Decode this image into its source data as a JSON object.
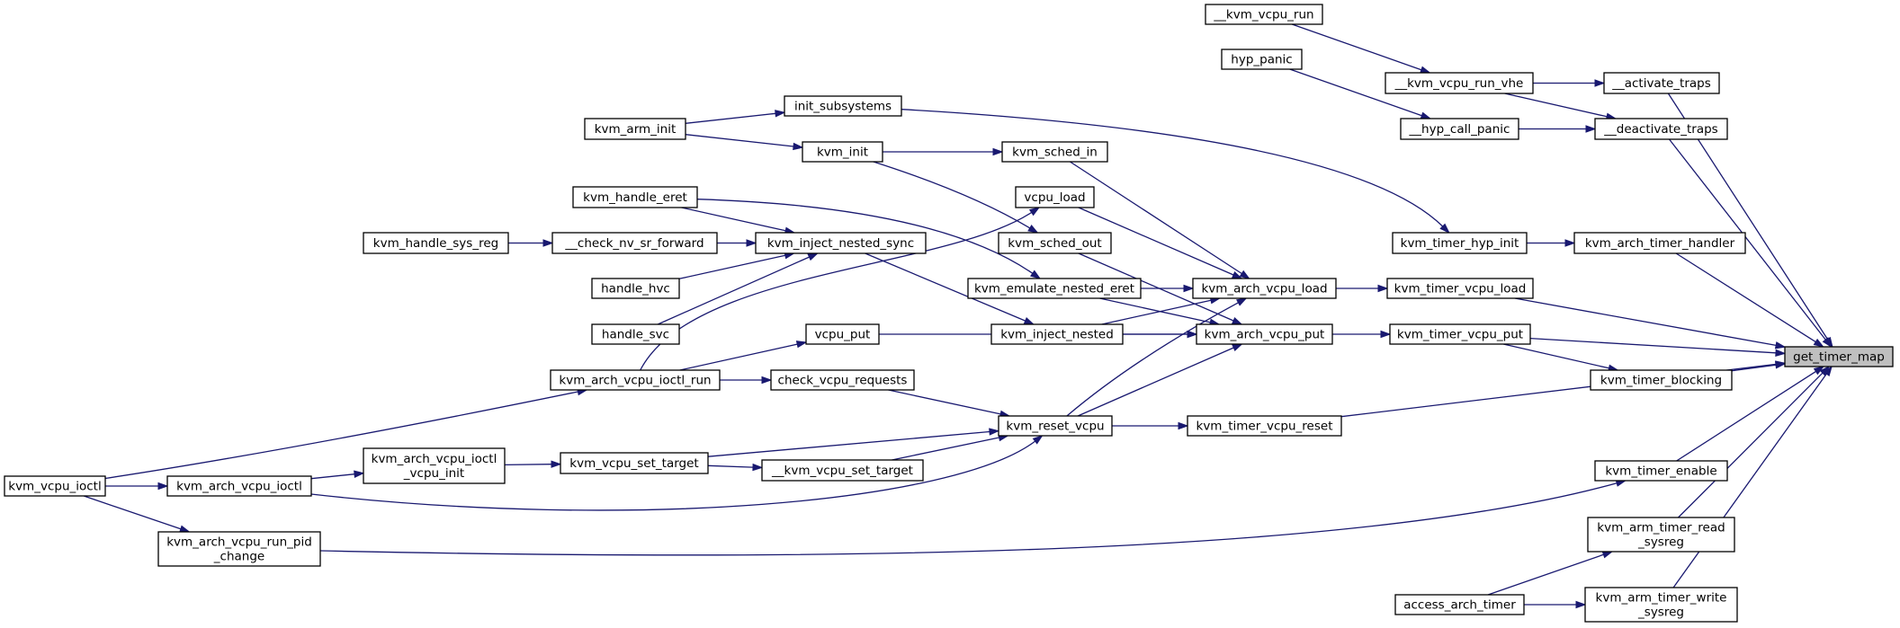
{
  "colors": {
    "edge": "#191970",
    "node_fill": "#ffffff",
    "target_fill": "#bfbfbf",
    "node_border": "#000000"
  },
  "nodes": [
    {
      "id": "get_timer_map",
      "lines": [
        "get_timer_map"
      ]
    },
    {
      "id": "__kvm_vcpu_run",
      "lines": [
        "__kvm_vcpu_run"
      ]
    },
    {
      "id": "hyp_panic",
      "lines": [
        "hyp_panic"
      ]
    },
    {
      "id": "__kvm_vcpu_run_vhe",
      "lines": [
        "__kvm_vcpu_run_vhe"
      ]
    },
    {
      "id": "__activate_traps",
      "lines": [
        "__activate_traps"
      ]
    },
    {
      "id": "init_subsystems",
      "lines": [
        "init_subsystems"
      ]
    },
    {
      "id": "__hyp_call_panic",
      "lines": [
        "__hyp_call_panic"
      ]
    },
    {
      "id": "__deactivate_traps",
      "lines": [
        "__deactivate_traps"
      ]
    },
    {
      "id": "kvm_arm_init",
      "lines": [
        "kvm_arm_init"
      ]
    },
    {
      "id": "kvm_init",
      "lines": [
        "kvm_init"
      ]
    },
    {
      "id": "kvm_sched_in",
      "lines": [
        "kvm_sched_in"
      ]
    },
    {
      "id": "kvm_handle_eret",
      "lines": [
        "kvm_handle_eret"
      ]
    },
    {
      "id": "vcpu_load",
      "lines": [
        "vcpu_load"
      ]
    },
    {
      "id": "kvm_handle_sys_reg",
      "lines": [
        "kvm_handle_sys_reg"
      ]
    },
    {
      "id": "__check_nv_sr_forward",
      "lines": [
        "__check_nv_sr_forward"
      ]
    },
    {
      "id": "kvm_inject_nested_sync",
      "lines": [
        "kvm_inject_nested_sync"
      ]
    },
    {
      "id": "kvm_sched_out",
      "lines": [
        "kvm_sched_out"
      ]
    },
    {
      "id": "kvm_timer_hyp_init",
      "lines": [
        "kvm_timer_hyp_init"
      ]
    },
    {
      "id": "kvm_arch_timer_handler",
      "lines": [
        "kvm_arch_timer_handler"
      ]
    },
    {
      "id": "handle_hvc",
      "lines": [
        "handle_hvc"
      ]
    },
    {
      "id": "kvm_emulate_nested_eret",
      "lines": [
        "kvm_emulate_nested_eret"
      ]
    },
    {
      "id": "kvm_arch_vcpu_load",
      "lines": [
        "kvm_arch_vcpu_load"
      ]
    },
    {
      "id": "kvm_timer_vcpu_load",
      "lines": [
        "kvm_timer_vcpu_load"
      ]
    },
    {
      "id": "handle_svc",
      "lines": [
        "handle_svc"
      ]
    },
    {
      "id": "vcpu_put",
      "lines": [
        "vcpu_put"
      ]
    },
    {
      "id": "kvm_inject_nested",
      "lines": [
        "kvm_inject_nested"
      ]
    },
    {
      "id": "kvm_arch_vcpu_put",
      "lines": [
        "kvm_arch_vcpu_put"
      ]
    },
    {
      "id": "kvm_timer_vcpu_put",
      "lines": [
        "kvm_timer_vcpu_put"
      ]
    },
    {
      "id": "kvm_arch_vcpu_ioctl_run",
      "lines": [
        "kvm_arch_vcpu_ioctl_run"
      ]
    },
    {
      "id": "check_vcpu_requests",
      "lines": [
        "check_vcpu_requests"
      ]
    },
    {
      "id": "kvm_timer_blocking",
      "lines": [
        "kvm_timer_blocking"
      ]
    },
    {
      "id": "kvm_reset_vcpu",
      "lines": [
        "kvm_reset_vcpu"
      ]
    },
    {
      "id": "kvm_timer_vcpu_reset",
      "lines": [
        "kvm_timer_vcpu_reset"
      ]
    },
    {
      "id": "kvm_arch_vcpu_ioctl_vcpu_init",
      "lines": [
        "kvm_arch_vcpu_ioctl",
        "_vcpu_init"
      ]
    },
    {
      "id": "kvm_vcpu_set_target",
      "lines": [
        "kvm_vcpu_set_target"
      ]
    },
    {
      "id": "kvm_timer_enable",
      "lines": [
        "kvm_timer_enable"
      ]
    },
    {
      "id": "kvm_vcpu_ioctl",
      "lines": [
        "kvm_vcpu_ioctl"
      ]
    },
    {
      "id": "kvm_arch_vcpu_ioctl",
      "lines": [
        "kvm_arch_vcpu_ioctl"
      ]
    },
    {
      "id": "__kvm_vcpu_set_target",
      "lines": [
        "__kvm_vcpu_set_target"
      ]
    },
    {
      "id": "kvm_arm_timer_read_sysreg",
      "lines": [
        "kvm_arm_timer_read",
        "_sysreg"
      ]
    },
    {
      "id": "kvm_arch_vcpu_run_pid_change",
      "lines": [
        "kvm_arch_vcpu_run_pid",
        "_change"
      ]
    },
    {
      "id": "access_arch_timer",
      "lines": [
        "access_arch_timer"
      ]
    },
    {
      "id": "kvm_arm_timer_write_sysreg",
      "lines": [
        "kvm_arm_timer_write",
        "_sysreg"
      ]
    }
  ],
  "edges": [
    {
      "from": "__kvm_vcpu_run",
      "to": "__kvm_vcpu_run_vhe"
    },
    {
      "from": "__kvm_vcpu_run_vhe",
      "to": "__activate_traps"
    },
    {
      "from": "__kvm_vcpu_run_vhe",
      "to": "__deactivate_traps"
    },
    {
      "from": "hyp_panic",
      "to": "__hyp_call_panic"
    },
    {
      "from": "__hyp_call_panic",
      "to": "__deactivate_traps"
    },
    {
      "from": "__activate_traps",
      "to": "get_timer_map"
    },
    {
      "from": "__deactivate_traps",
      "to": "get_timer_map"
    },
    {
      "from": "kvm_arm_init",
      "to": "init_subsystems"
    },
    {
      "from": "kvm_arm_init",
      "to": "kvm_init"
    },
    {
      "from": "init_subsystems",
      "to": "kvm_timer_hyp_init"
    },
    {
      "from": "kvm_init",
      "to": "kvm_sched_in"
    },
    {
      "from": "kvm_init",
      "to": "kvm_sched_out"
    },
    {
      "from": "kvm_sched_in",
      "to": "kvm_arch_vcpu_load"
    },
    {
      "from": "vcpu_load",
      "to": "kvm_arch_vcpu_load"
    },
    {
      "from": "kvm_sched_out",
      "to": "kvm_arch_vcpu_put"
    },
    {
      "from": "kvm_handle_eret",
      "to": "kvm_inject_nested_sync"
    },
    {
      "from": "kvm_handle_eret",
      "to": "kvm_emulate_nested_eret"
    },
    {
      "from": "kvm_handle_sys_reg",
      "to": "__check_nv_sr_forward"
    },
    {
      "from": "__check_nv_sr_forward",
      "to": "kvm_inject_nested_sync"
    },
    {
      "from": "handle_hvc",
      "to": "kvm_inject_nested_sync"
    },
    {
      "from": "handle_svc",
      "to": "kvm_inject_nested_sync"
    },
    {
      "from": "kvm_inject_nested_sync",
      "to": "kvm_inject_nested"
    },
    {
      "from": "kvm_emulate_nested_eret",
      "to": "kvm_arch_vcpu_load"
    },
    {
      "from": "kvm_emulate_nested_eret",
      "to": "kvm_arch_vcpu_put"
    },
    {
      "from": "kvm_inject_nested",
      "to": "kvm_arch_vcpu_load"
    },
    {
      "from": "kvm_inject_nested",
      "to": "kvm_arch_vcpu_put"
    },
    {
      "from": "kvm_arch_vcpu_load",
      "to": "kvm_timer_vcpu_load"
    },
    {
      "from": "kvm_arch_vcpu_put",
      "to": "kvm_timer_vcpu_put"
    },
    {
      "from": "kvm_timer_hyp_init",
      "to": "kvm_arch_timer_handler"
    },
    {
      "from": "kvm_arch_timer_handler",
      "to": "get_timer_map"
    },
    {
      "from": "kvm_timer_vcpu_load",
      "to": "get_timer_map"
    },
    {
      "from": "kvm_timer_vcpu_put",
      "to": "get_timer_map"
    },
    {
      "from": "kvm_timer_vcpu_put",
      "to": "kvm_timer_blocking"
    },
    {
      "from": "kvm_timer_blocking",
      "to": "get_timer_map"
    },
    {
      "from": "vcpu_put",
      "to": "kvm_arch_vcpu_put"
    },
    {
      "from": "kvm_arch_vcpu_ioctl_run",
      "to": "vcpu_load"
    },
    {
      "from": "kvm_arch_vcpu_ioctl_run",
      "to": "vcpu_put"
    },
    {
      "from": "kvm_arch_vcpu_ioctl_run",
      "to": "check_vcpu_requests"
    },
    {
      "from": "check_vcpu_requests",
      "to": "kvm_reset_vcpu"
    },
    {
      "from": "kvm_reset_vcpu",
      "to": "kvm_arch_vcpu_load"
    },
    {
      "from": "kvm_reset_vcpu",
      "to": "kvm_arch_vcpu_put"
    },
    {
      "from": "kvm_reset_vcpu",
      "to": "kvm_timer_vcpu_reset"
    },
    {
      "from": "kvm_timer_vcpu_reset",
      "to": "get_timer_map"
    },
    {
      "from": "kvm_vcpu_ioctl",
      "to": "kvm_arch_vcpu_ioctl_run"
    },
    {
      "from": "kvm_vcpu_ioctl",
      "to": "kvm_arch_vcpu_ioctl"
    },
    {
      "from": "kvm_vcpu_ioctl",
      "to": "kvm_arch_vcpu_run_pid_change"
    },
    {
      "from": "kvm_arch_vcpu_ioctl",
      "to": "kvm_arch_vcpu_ioctl_vcpu_init"
    },
    {
      "from": "kvm_arch_vcpu_ioctl",
      "to": "kvm_reset_vcpu"
    },
    {
      "from": "kvm_arch_vcpu_ioctl_vcpu_init",
      "to": "kvm_vcpu_set_target"
    },
    {
      "from": "kvm_vcpu_set_target",
      "to": "kvm_reset_vcpu"
    },
    {
      "from": "kvm_vcpu_set_target",
      "to": "__kvm_vcpu_set_target"
    },
    {
      "from": "__kvm_vcpu_set_target",
      "to": "kvm_reset_vcpu"
    },
    {
      "from": "kvm_arch_vcpu_run_pid_change",
      "to": "kvm_timer_enable"
    },
    {
      "from": "kvm_timer_enable",
      "to": "get_timer_map"
    },
    {
      "from": "access_arch_timer",
      "to": "kvm_arm_timer_read_sysreg"
    },
    {
      "from": "access_arch_timer",
      "to": "kvm_arm_timer_write_sysreg"
    },
    {
      "from": "kvm_arm_timer_read_sysreg",
      "to": "get_timer_map"
    },
    {
      "from": "kvm_arm_timer_write_sysreg",
      "to": "get_timer_map"
    }
  ]
}
